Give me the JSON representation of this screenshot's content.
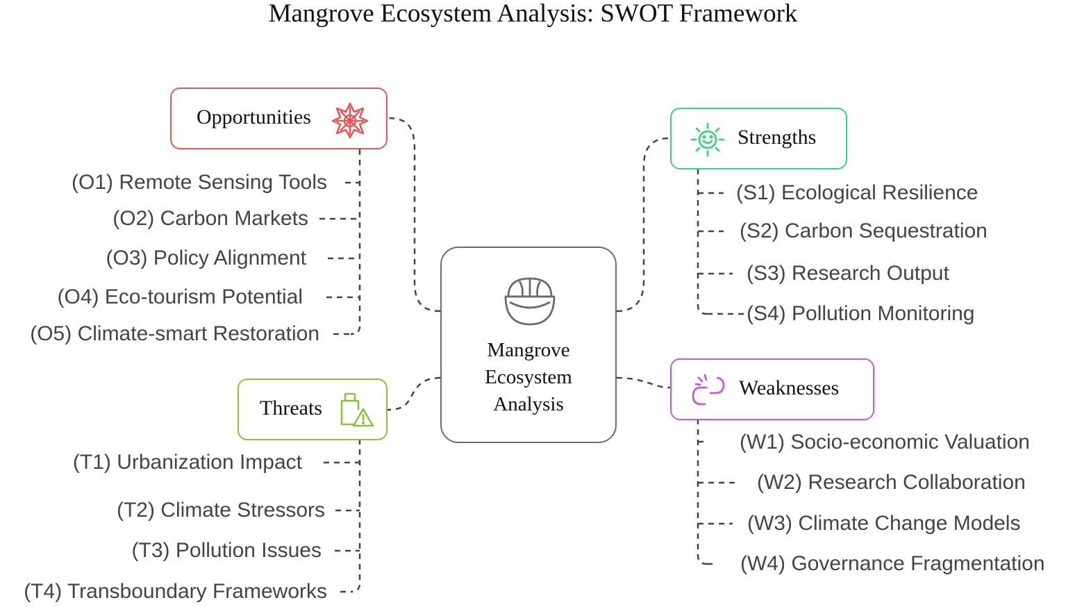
{
  "title": "Mangrove Ecosystem Analysis: SWOT Framework",
  "center": {
    "lines": [
      "Mangrove",
      "Ecosystem",
      "Analysis"
    ],
    "icon": "mangrove-fruit-icon"
  },
  "opportunities": {
    "label": "Opportunities",
    "color": "#e05a5a",
    "icon": "snowflake-icon",
    "items": [
      "(O1) Remote Sensing Tools",
      "(O2) Carbon Markets",
      "(O3) Policy Alignment",
      "(O4) Eco-tourism Potential",
      "(O5) Climate-smart Restoration"
    ]
  },
  "strengths": {
    "label": "Strengths",
    "color": "#3fcf85",
    "icon": "sun-smile-icon",
    "items": [
      "(S1) Ecological Resilience",
      "(S2) Carbon Sequestration",
      "(S3) Research Output",
      "(S4) Pollution Monitoring"
    ]
  },
  "threats": {
    "label": "Threats",
    "color": "#8cc043",
    "icon": "warning-device-icon",
    "items": [
      "(T1) Urbanization Impact",
      "(T2) Climate Stressors",
      "(T3) Pollution Issues",
      "(T4) Transboundary Frameworks"
    ]
  },
  "weaknesses": {
    "label": "Weaknesses",
    "color": "#c65ad8",
    "icon": "broken-link-icon",
    "items": [
      "(W1) Socio-economic Valuation",
      "(W2) Research Collaboration",
      "(W3) Climate Change Models",
      "(W4) Governance Fragmentation"
    ]
  }
}
